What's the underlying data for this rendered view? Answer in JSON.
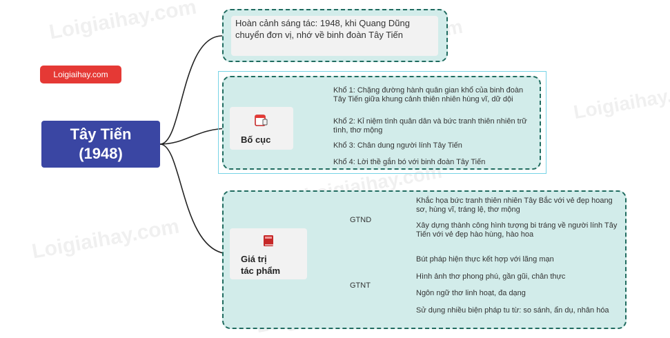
{
  "watermark": "Loigiaihay.com",
  "brand_badge": "Loigiaihay.com",
  "root": {
    "line1": "Tây Tiến",
    "line2": "(1948)"
  },
  "context": {
    "text": "Hoàn cảnh sáng tác: 1948, khi Quang Dũng chuyển đơn vị, nhớ về binh đoàn Tây Tiến"
  },
  "bo_cuc": {
    "label": "Bố cục",
    "icon": "calendar-icon",
    "items": [
      "Khổ 1: Chặng đường hành quân gian khổ của binh đoàn Tây Tiến giữa khung cảnh thiên nhiên hùng vĩ, dữ dội",
      "Khổ 2: Kỉ niệm tình quân dân và bức tranh thiên nhiên trữ tình, thơ mộng",
      "Khổ 3: Chân dung người lính Tây Tiến",
      "Khổ 4: Lời thề gắn bó với binh đoàn Tây Tiến"
    ]
  },
  "gia_tri": {
    "label_line1": "Giá trị",
    "label_line2": "tác phẩm",
    "icon": "book-icon",
    "gtnd": {
      "label": "GTND",
      "items": [
        "Khắc họa bức tranh thiên nhiên Tây Bắc với vẻ đẹp hoang sơ, hùng vĩ, tráng lệ, thơ mộng",
        "Xây dựng thành công hình tượng bi tráng về người lính Tây Tiến với vẻ đẹp hào hùng, hào hoa"
      ]
    },
    "gtnt": {
      "label": "GTNT",
      "items": [
        "Bút pháp hiện thực kết hợp với lãng mạn",
        "Hình ảnh thơ phong phú, gần gũi, chân thực",
        "Ngôn ngữ thơ linh hoạt, đa dạng",
        "Sử dụng nhiều biện pháp tu từ: so sánh, ẩn dụ, nhân hóa"
      ]
    }
  },
  "colors": {
    "root_fill": "#3a46a3",
    "panel_fill": "#d2ecea",
    "panel_border": "#1f6b5f",
    "node_fill": "#f2f2f2",
    "badge_fill": "#e53935",
    "connector": "#222222"
  }
}
